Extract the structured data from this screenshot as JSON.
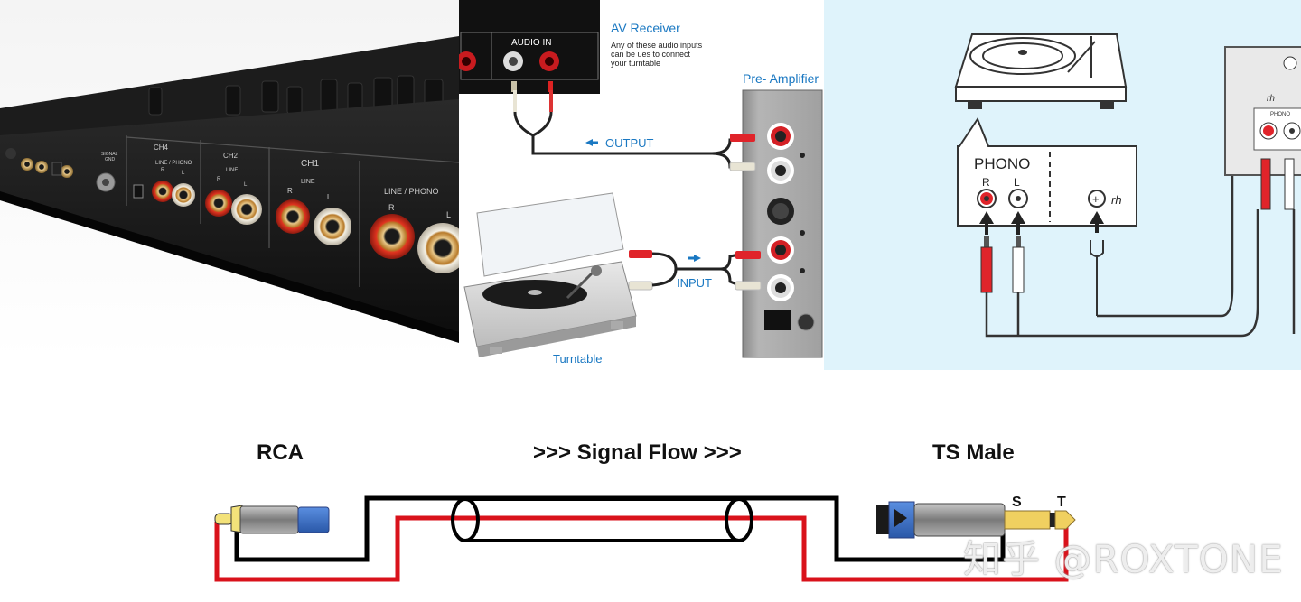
{
  "photo": {
    "labels": [
      "CH4",
      "CH2",
      "CH1",
      "LINE / PHONO",
      "LINE",
      "LINE",
      "R",
      "L",
      "R",
      "L",
      "R",
      "L",
      "SIGNAL GND"
    ]
  },
  "av_diagram": {
    "receiver_title": "AV Receiver",
    "receiver_note_1": "Any of these audio inputs",
    "receiver_note_2": "can be ues to connect",
    "receiver_note_3": "your turntable",
    "audio_in": "AUDIO IN",
    "preamp_title": "Pre- Amplifier",
    "output_label": "OUTPUT",
    "input_label": "INPUT",
    "turntable_label": "Turntable",
    "colors": {
      "blue_text": "#1a78c2",
      "red_plug": "#e0242a"
    }
  },
  "phono_diagram": {
    "phono_label": "PHONO",
    "r_label": "R",
    "l_label": "L",
    "ground_symbol": "rh",
    "mini_phono": "PHONO",
    "colors": {
      "background": "#dff3fb",
      "red": "#e0242a"
    }
  },
  "cable_diagram": {
    "left_title": "RCA",
    "center_title": ">>> Signal Flow >>>",
    "right_title": "TS Male",
    "s_label": "S",
    "t_label": "T",
    "colors": {
      "wire_black": "#000000",
      "wire_red": "#d9121b",
      "jack_blue": "#3a6fc4",
      "tip_yellow": "#f3e27a"
    }
  },
  "watermark": "知乎 @ROXTONE"
}
